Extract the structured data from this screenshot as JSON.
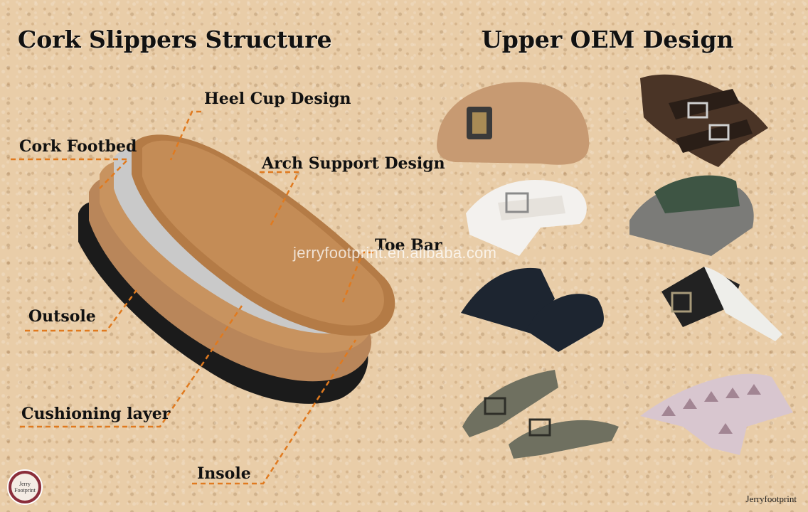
{
  "titles": {
    "left": "Cork Slippers Structure",
    "right": "Upper OEM Design"
  },
  "labels": {
    "heel_cup": "Heel Cup Design",
    "cork_footbed": "Cork Footbed",
    "arch_support": "Arch Support Design",
    "toe_bar": "Toe Bar",
    "outsole": "Outsole",
    "cushioning": "Cushioning layer",
    "insole": "Insole"
  },
  "watermark": "jerryfootprint.en.alibaba.com",
  "brand": "Jerryfootprint",
  "logo": {
    "line1": "Jerry",
    "line2": "Footprint"
  },
  "colors": {
    "leader_line": "#e07a1f",
    "background": "#e9cda8",
    "cork": "#b9865a",
    "outsole": "#1b1b1b",
    "insole_layer": "#c9c9c9"
  },
  "uppers": [
    {
      "name": "shearling-clog-upper",
      "color": "#c79a72"
    },
    {
      "name": "monogram-double-buckle-upper",
      "color": "#4a3426"
    },
    {
      "name": "white-buckle-upper",
      "color": "#f3f1ee"
    },
    {
      "name": "green-flap-upper",
      "color": "#3e5544"
    },
    {
      "name": "black-double-strap-upper",
      "color": "#1d2530"
    },
    {
      "name": "thong-strap-upper",
      "color": "#222"
    },
    {
      "name": "khaki-double-buckle-upper",
      "color": "#6f7060"
    },
    {
      "name": "geometric-pattern-upper",
      "color": "#d8c6cf"
    }
  ]
}
